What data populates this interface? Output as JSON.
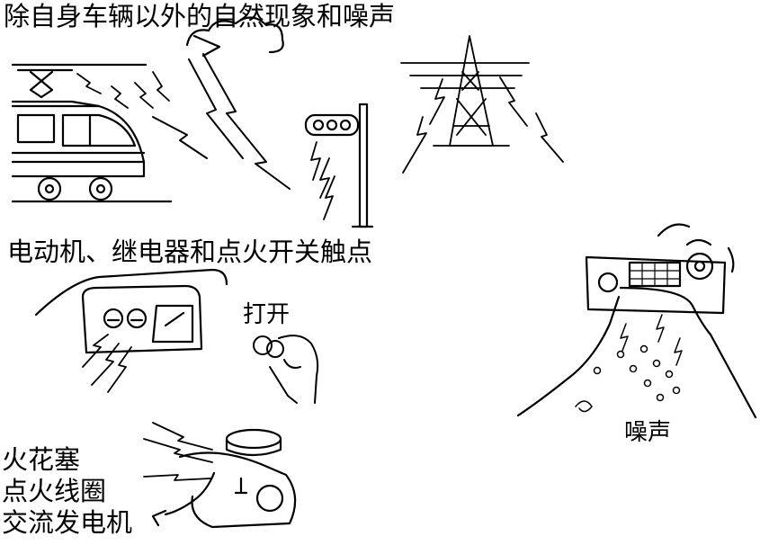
{
  "title": "除自身车辆以外的自然现象和噪声",
  "relay_label": "电动机、继电器和点火开关触点",
  "switch_label": "打开",
  "noise_label": "噪声",
  "spark_labels": [
    "火花塞",
    "点火线圈",
    "交流发电机"
  ],
  "colors": {
    "ink": "#000000",
    "paper": "#ffffff"
  }
}
